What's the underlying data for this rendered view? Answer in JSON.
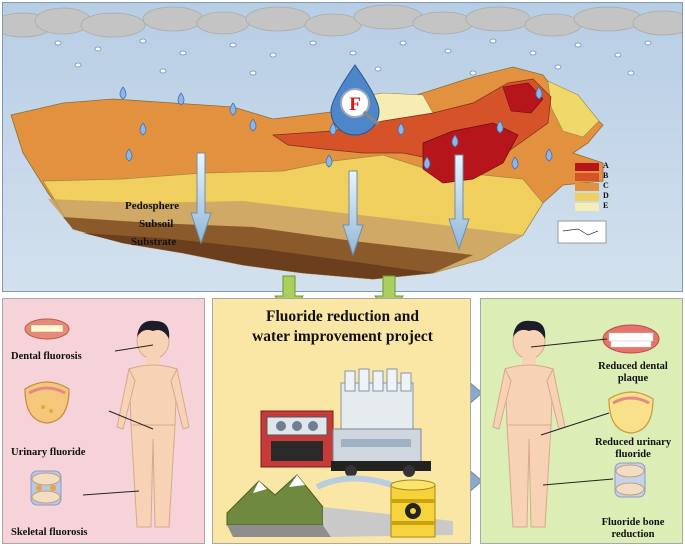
{
  "top": {
    "layers": [
      "Pedosphere",
      "Subsoil",
      "Substrate"
    ],
    "legend": [
      {
        "label": "A",
        "color": "#b5151b"
      },
      {
        "label": "B",
        "color": "#d6532a"
      },
      {
        "label": "C",
        "color": "#e2923f"
      },
      {
        "label": "D",
        "color": "#f0cf5e"
      },
      {
        "label": "E",
        "color": "#f7ecb4"
      }
    ],
    "drop_symbol": "F"
  },
  "left": {
    "items": [
      "Dental fluorosis",
      "Urinary fluoride",
      "Skeletal fluorosis"
    ]
  },
  "center": {
    "title_line1": "Fluoride reduction and",
    "title_line2": "water improvement project"
  },
  "right": {
    "items": [
      "Reduced dental plaque",
      "Reduced urinary fluoride",
      "Fluoride bone reduction"
    ],
    "lines": {
      "item1_line1": "Reduced dental",
      "item1_line2": "plaque",
      "item2_line1": "Reduced urinary",
      "item2_line2": "fluoride",
      "item3_line1": "Fluoride bone",
      "item3_line2": "reduction"
    }
  }
}
